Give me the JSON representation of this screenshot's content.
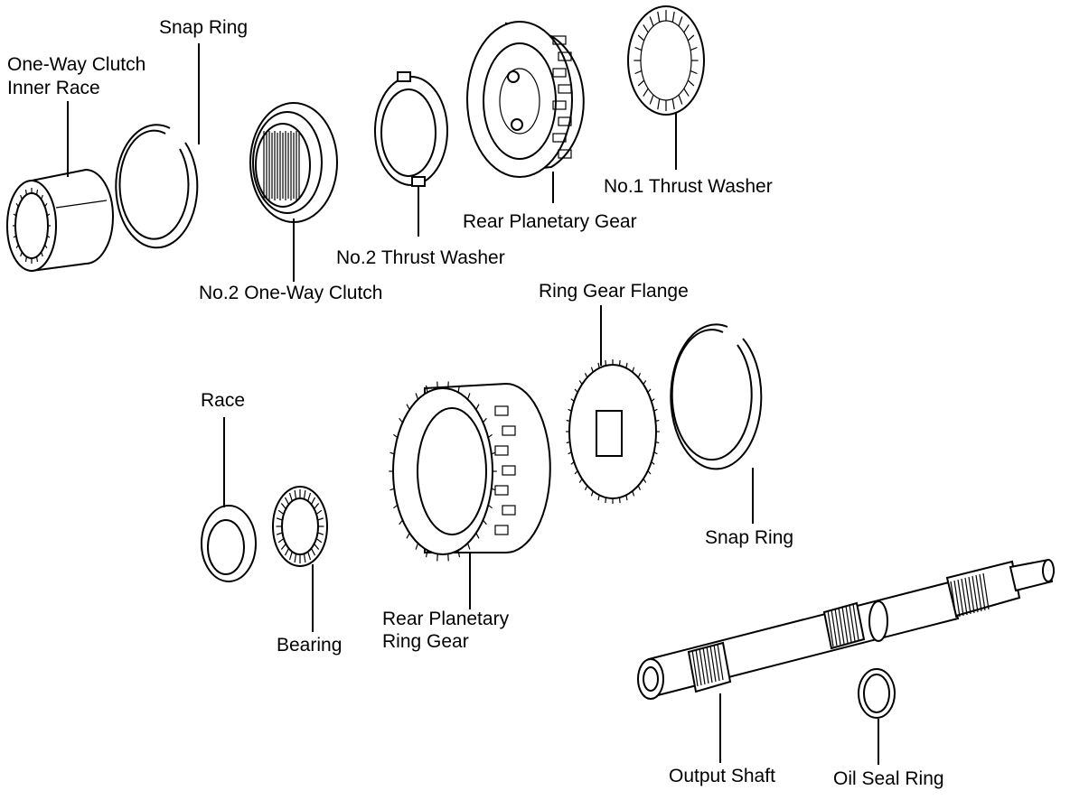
{
  "labels": {
    "one_way_clutch_inner_race_line1": "One-Way Clutch",
    "one_way_clutch_inner_race_line2": "Inner Race",
    "snap_ring_top": "Snap Ring",
    "no2_one_way_clutch": "No.2 One-Way Clutch",
    "no2_thrust_washer": "No.2 Thrust Washer",
    "rear_planetary_gear": "Rear Planetary Gear",
    "no1_thrust_washer": "No.1 Thrust Washer",
    "ring_gear_flange": "Ring Gear Flange",
    "race": "Race",
    "bearing": "Bearing",
    "rear_planetary_ring_gear_line1": "Rear Planetary",
    "rear_planetary_ring_gear_line2": "Ring Gear",
    "snap_ring_bottom": "Snap Ring",
    "output_shaft": "Output Shaft",
    "oil_seal_ring": "Oil Seal Ring"
  }
}
